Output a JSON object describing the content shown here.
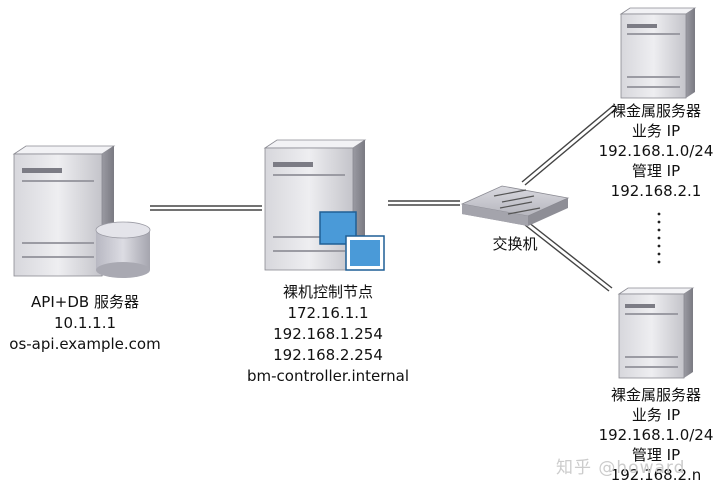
{
  "nodes": {
    "api_db": {
      "name": "API+DB 服务器",
      "ip": "10.1.1.1",
      "host": "os-api.example.com",
      "icons": [
        "server-icon",
        "database-icon"
      ]
    },
    "controller": {
      "name": "裸机控制节点",
      "ips": [
        "172.16.1.1",
        "192.168.1.254",
        "192.168.2.254"
      ],
      "host": "bm-controller.internal",
      "icons": [
        "server-icon",
        "windows-icon"
      ]
    },
    "switch": {
      "name": "交换机",
      "icons": [
        "switch-icon"
      ]
    },
    "bm_top": {
      "name": "裸金属服务器",
      "biz_label": "业务 IP",
      "biz_ip": "192.168.1.0/24",
      "mgmt_label": "管理 IP",
      "mgmt_ip": "192.168.2.1",
      "icons": [
        "server-icon"
      ]
    },
    "bm_bottom": {
      "name": "裸金属服务器",
      "biz_label": "业务 IP",
      "biz_ip": "192.168.1.0/24",
      "mgmt_label": "管理 IP",
      "mgmt_ip": "192.168.2.n",
      "icons": [
        "server-icon"
      ]
    }
  },
  "watermark": "知乎 @howard",
  "colors": {
    "server_light": "#e6e6ea",
    "server_mid": "#b9b9c0",
    "server_dark": "#6f6f78",
    "window_blue": "#4a9ad8",
    "switch_top": "#c8c8d0",
    "link": "#444444"
  }
}
